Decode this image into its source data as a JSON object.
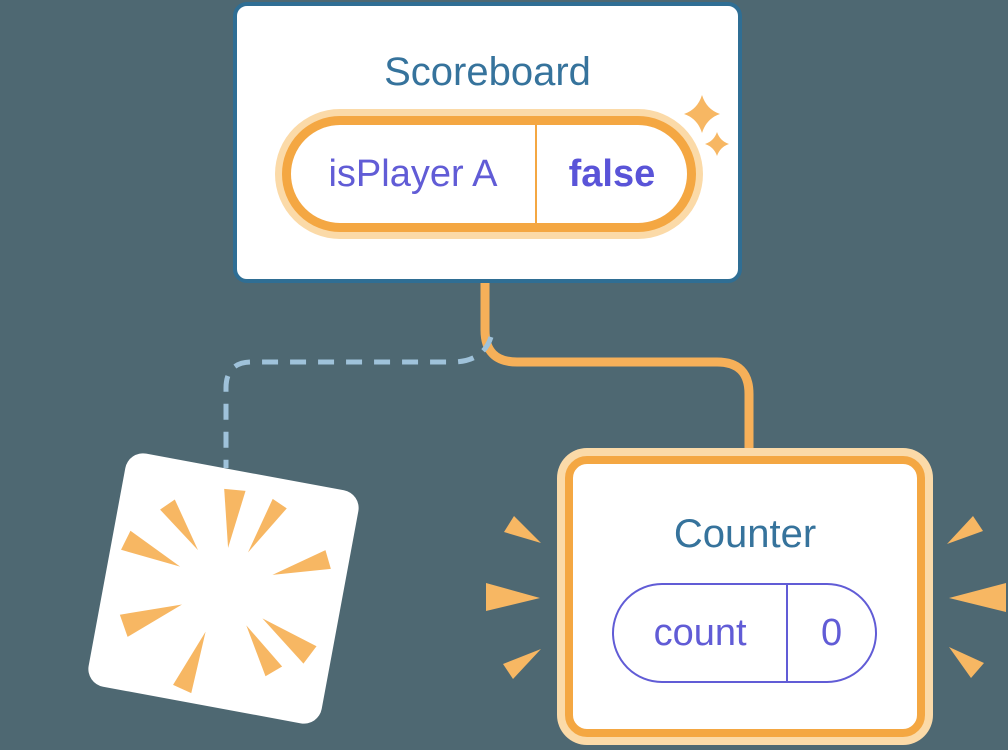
{
  "diagram": {
    "scoreboard": {
      "title": "Scoreboard",
      "state": {
        "key": "isPlayer A",
        "value": "false"
      }
    },
    "counter": {
      "title": "Counter",
      "state": {
        "key": "count",
        "value": "0"
      }
    }
  },
  "icons": {
    "sparkles": "sparkles-icon",
    "counter_burst": "burst-rays-icon",
    "destroyed_burst": "explosion-rays-icon"
  },
  "colors": {
    "background": "#4e6872",
    "card_border_blue": "#2f6e94",
    "title_blue": "#36739c",
    "accent_orange": "#f4a742",
    "accent_orange_halo": "#fbdaa8",
    "connector_orange": "#f6b059",
    "ray_orange": "#f7b763",
    "state_purple": "#615cd6",
    "state_value_purple": "#5a54d8",
    "dashed_connector_blue": "#9fc2da"
  }
}
